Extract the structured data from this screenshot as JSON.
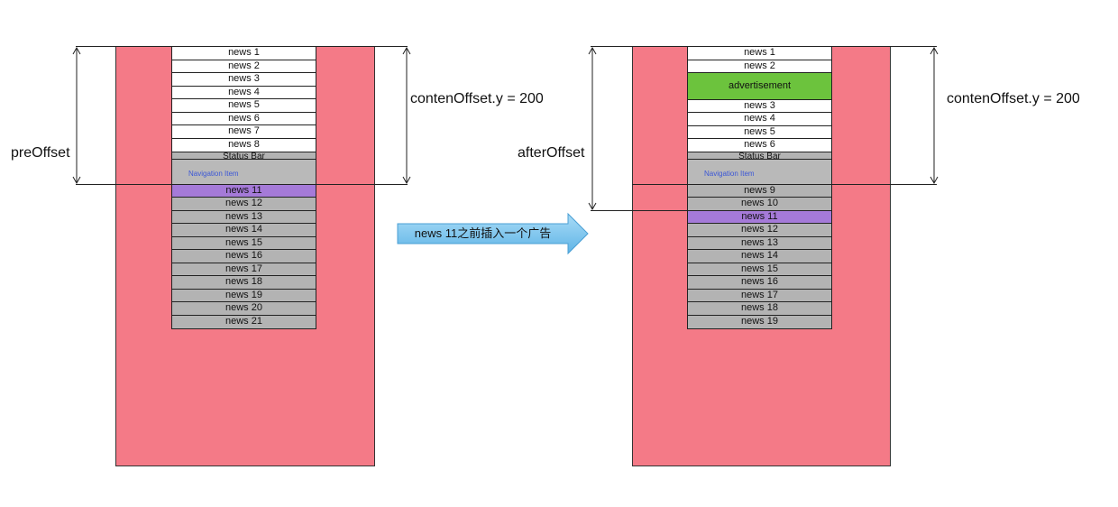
{
  "left_panel": {
    "rows": [
      "news 1",
      "news 2",
      "news 3",
      "news 4",
      "news 5",
      "news 6",
      "news 7",
      "news 8"
    ],
    "status_bar": "Status Bar",
    "nav_item": "Navigation Item",
    "rows_below": [
      "news 11",
      "news 12",
      "news 13",
      "news 14",
      "news 15",
      "news 16",
      "news 17",
      "news 18",
      "news 19",
      "news 20",
      "news 21"
    ],
    "offset_label": "preOffset",
    "content_offset_label": "contenOffset.y = 200"
  },
  "right_panel": {
    "rows_top": [
      "news 1",
      "news 2"
    ],
    "advertisement": "advertisement",
    "rows_mid": [
      "news 3",
      "news 4",
      "news 5",
      "news 6"
    ],
    "status_bar": "Status Bar",
    "nav_item": "Navigation Item",
    "rows_below": [
      "news 9",
      "news 10",
      "news 11",
      "news 12",
      "news 13",
      "news 14",
      "news 15",
      "news 16",
      "news 17",
      "news 18",
      "news 19"
    ],
    "offset_label": "afterOffset",
    "content_offset_label": "contenOffset.y = 200"
  },
  "arrow_label": "news 11之前插入一个广告",
  "colors": {
    "phone": "#f47a87",
    "highlight": "#a57ad8",
    "advertisement": "#6cc33d",
    "arrow": "#7cc8f0",
    "nav_text": "#3b57d6"
  }
}
